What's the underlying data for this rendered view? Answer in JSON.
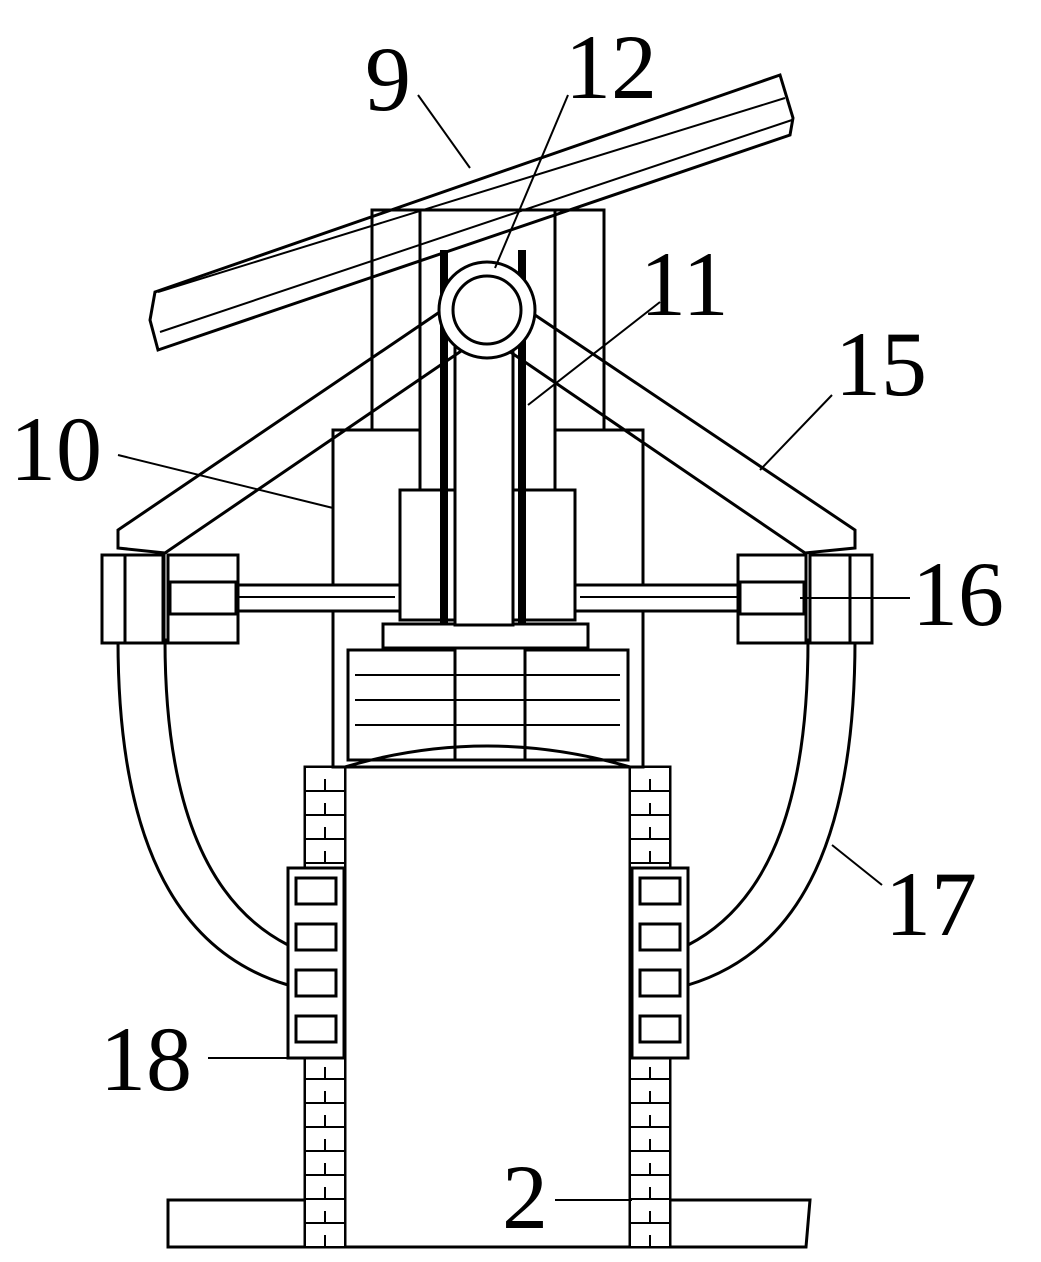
{
  "figure": {
    "labels": [
      {
        "id": "9",
        "text": "9"
      },
      {
        "id": "12",
        "text": "12"
      },
      {
        "id": "11",
        "text": "11"
      },
      {
        "id": "15",
        "text": "15"
      },
      {
        "id": "10",
        "text": "10"
      },
      {
        "id": "16",
        "text": "16"
      },
      {
        "id": "17",
        "text": "17"
      },
      {
        "id": "18",
        "text": "18"
      },
      {
        "id": "2",
        "text": "2"
      }
    ]
  }
}
